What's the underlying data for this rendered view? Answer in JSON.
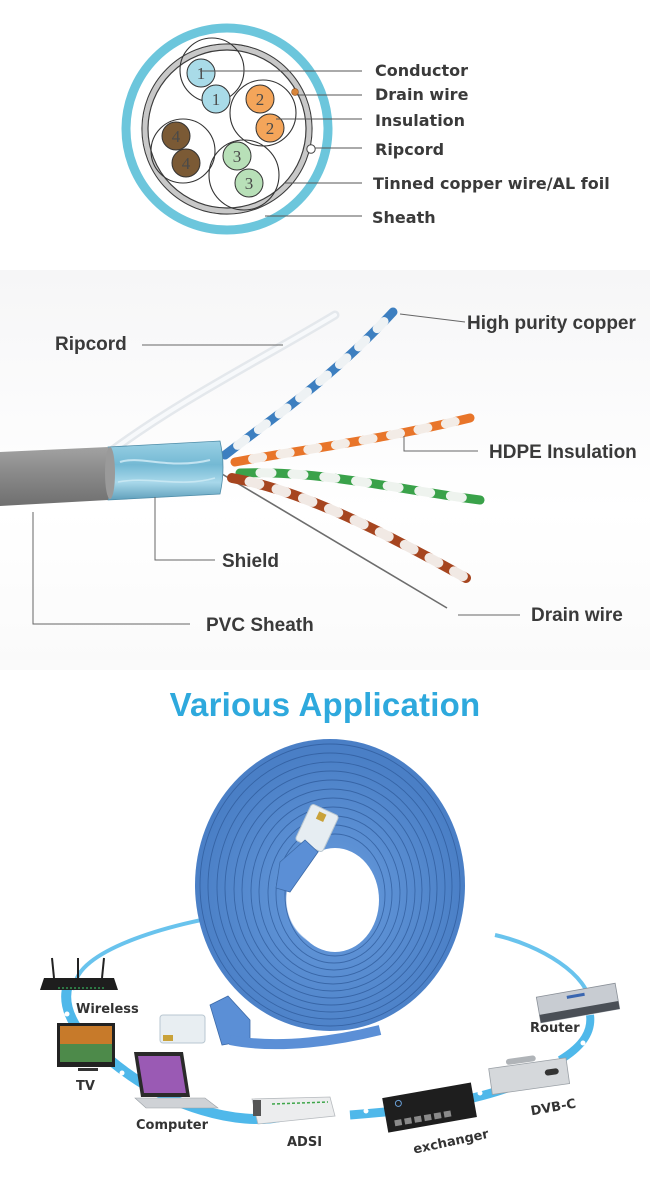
{
  "cross_section": {
    "labels": {
      "conductor": "Conductor",
      "drain_wire": "Drain wire",
      "insulation": "Insulation",
      "ripcord": "Ripcord",
      "foil": "Tinned copper wire/AL foil",
      "sheath": "Sheath"
    },
    "pairs": [
      {
        "number": "1",
        "color": "#a9dbe8"
      },
      {
        "number": "2",
        "color": "#f4a55a"
      },
      {
        "number": "3",
        "color": "#b8e0b8"
      },
      {
        "number": "4",
        "color": "#7b5a35"
      }
    ],
    "colors": {
      "sheath": "#6cc6dc",
      "foil": "#c8c8c8",
      "drain": "#d7853b"
    }
  },
  "stripped_cable": {
    "labels": {
      "ripcord": "Ripcord",
      "high_purity_copper": "High purity copper",
      "hdpe_insulation": "HDPE Insulation",
      "shield": "Shield",
      "pvc_sheath": "PVC Sheath",
      "drain_wire": "Drain wire"
    },
    "colors": {
      "jacket": "#8b8b8b",
      "shield": "#7fc0d8",
      "blue": "#3d7fc0",
      "orange": "#e8752a",
      "green": "#3aa24a",
      "brown": "#a6451f"
    }
  },
  "application": {
    "title": "Various Application",
    "devices": [
      {
        "label": "Wireless"
      },
      {
        "label": "TV"
      },
      {
        "label": "Computer"
      },
      {
        "label": "ADSI"
      },
      {
        "label": "exchanger"
      },
      {
        "label": "DVB-C"
      },
      {
        "label": "Router"
      }
    ],
    "colors": {
      "title": "#2ea9dd",
      "cable": "#5b8fd6",
      "link": "#4fb8ea"
    }
  }
}
